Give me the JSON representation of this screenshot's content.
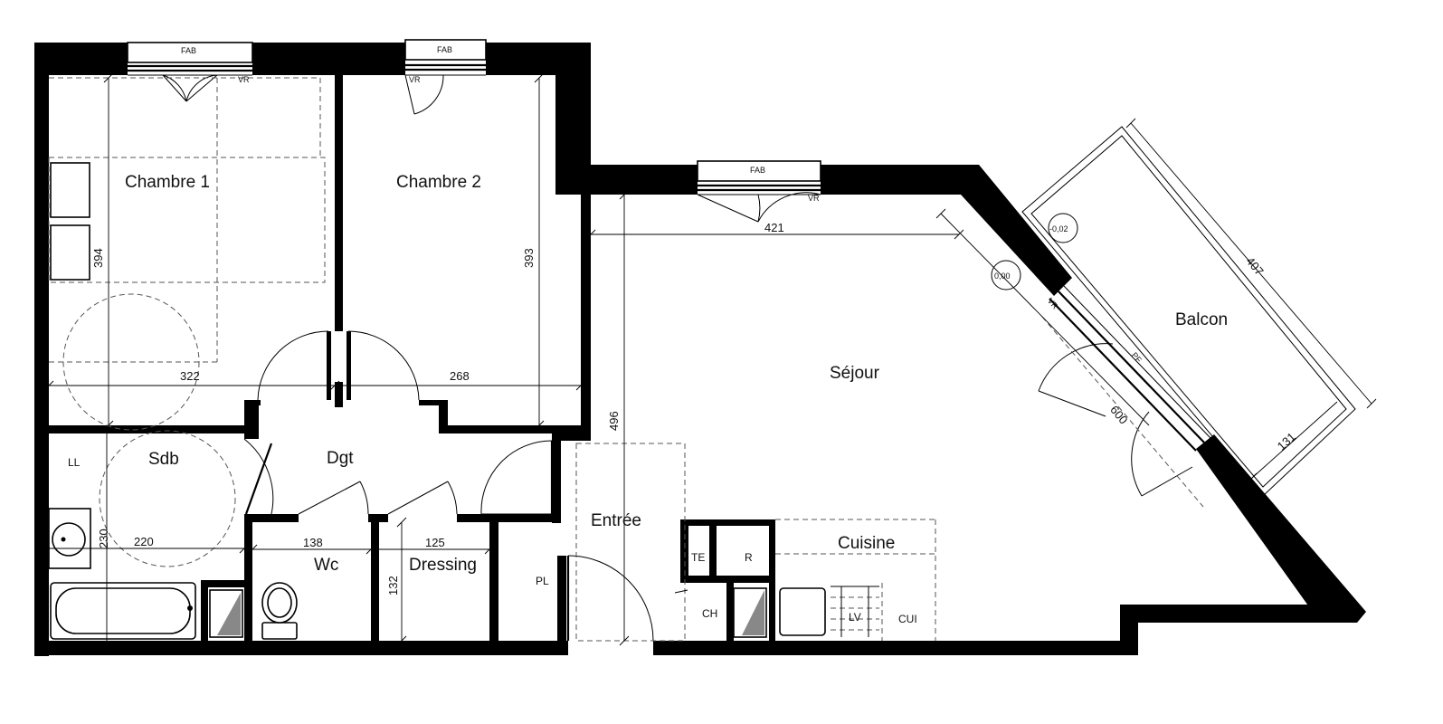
{
  "rooms": {
    "chambre1": "Chambre 1",
    "chambre2": "Chambre 2",
    "sejour": "Séjour",
    "balcon": "Balcon",
    "dgt": "Dgt",
    "sdb": "Sdb",
    "entree": "Entrée",
    "cuisine": "Cuisine",
    "wc": "Wc",
    "dressing": "Dressing"
  },
  "fixtures": {
    "ll": "LL",
    "pl": "PL",
    "te": "TE",
    "r": "R",
    "ch": "CH",
    "lv": "LV",
    "cui": "CUI"
  },
  "window_labels": {
    "fab": "FAB",
    "vr": "VR",
    "pf": "PF"
  },
  "levels": {
    "balcon": "-0,02",
    "sejour": "0,00"
  },
  "dimensions": {
    "ch1_height": "394",
    "ch1_width": "322",
    "ch2_height": "393",
    "ch2_width": "268",
    "sejour_width": "421",
    "sejour_height": "496",
    "balcon_length": "407",
    "balcon_depth": "131",
    "baie": "600",
    "sdb_width": "220",
    "sdb_height": "230",
    "wc_width": "138",
    "dressing_width": "125",
    "dressing_height": "132"
  }
}
